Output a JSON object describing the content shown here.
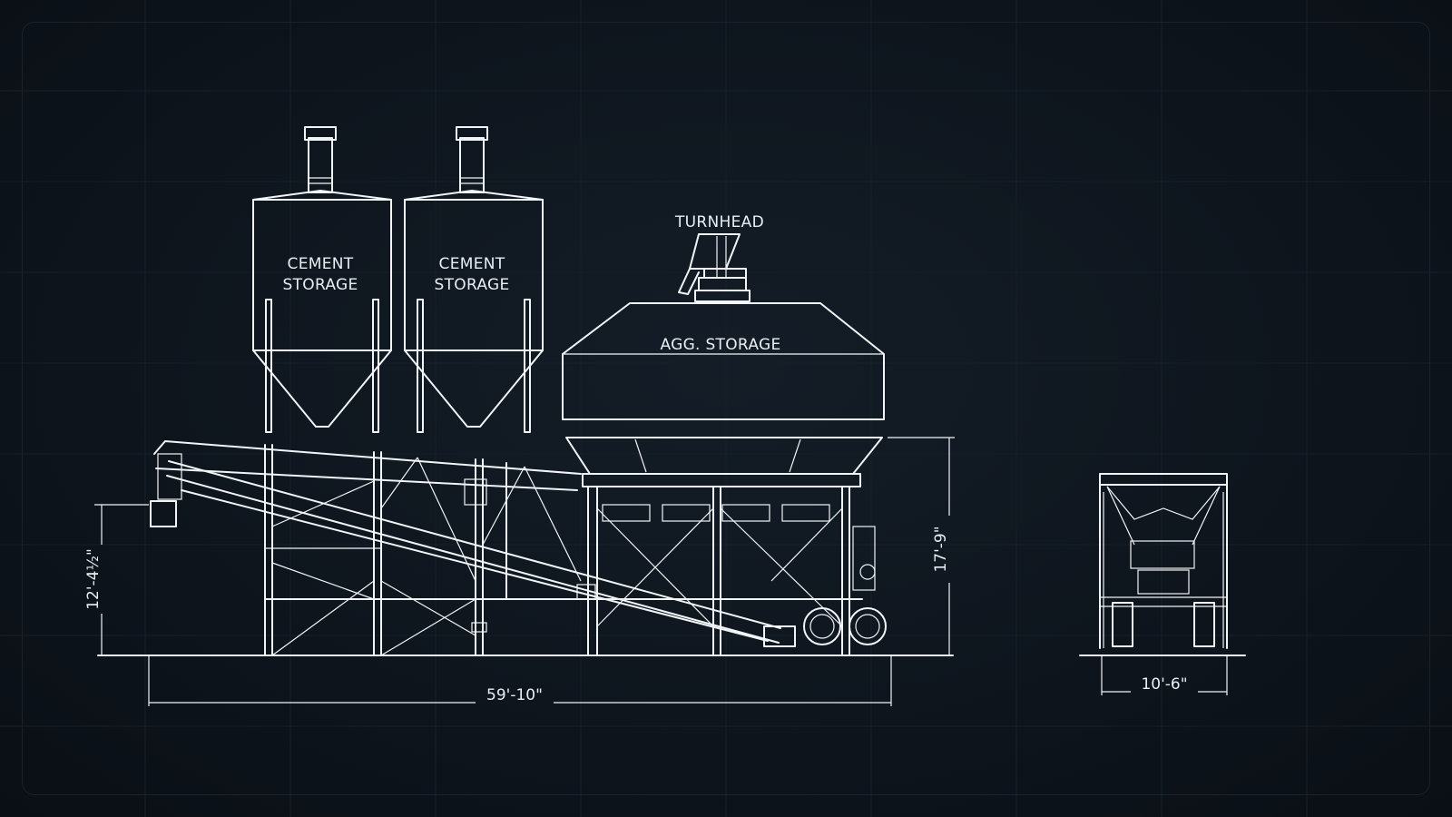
{
  "labels": {
    "cement_1_line1": "CEMENT",
    "cement_1_line2": "STORAGE",
    "cement_2_line1": "CEMENT",
    "cement_2_line2": "STORAGE",
    "turnhead": "TURNHEAD",
    "agg_storage": "AGG. STORAGE"
  },
  "dimensions": {
    "overall_length": "59'-10\"",
    "overall_height": "17'-9\"",
    "feed_height": "12'-4½\"",
    "end_width": "10'-6\""
  },
  "colors": {
    "background": "#0b1016",
    "line": "#f2f5f7"
  }
}
